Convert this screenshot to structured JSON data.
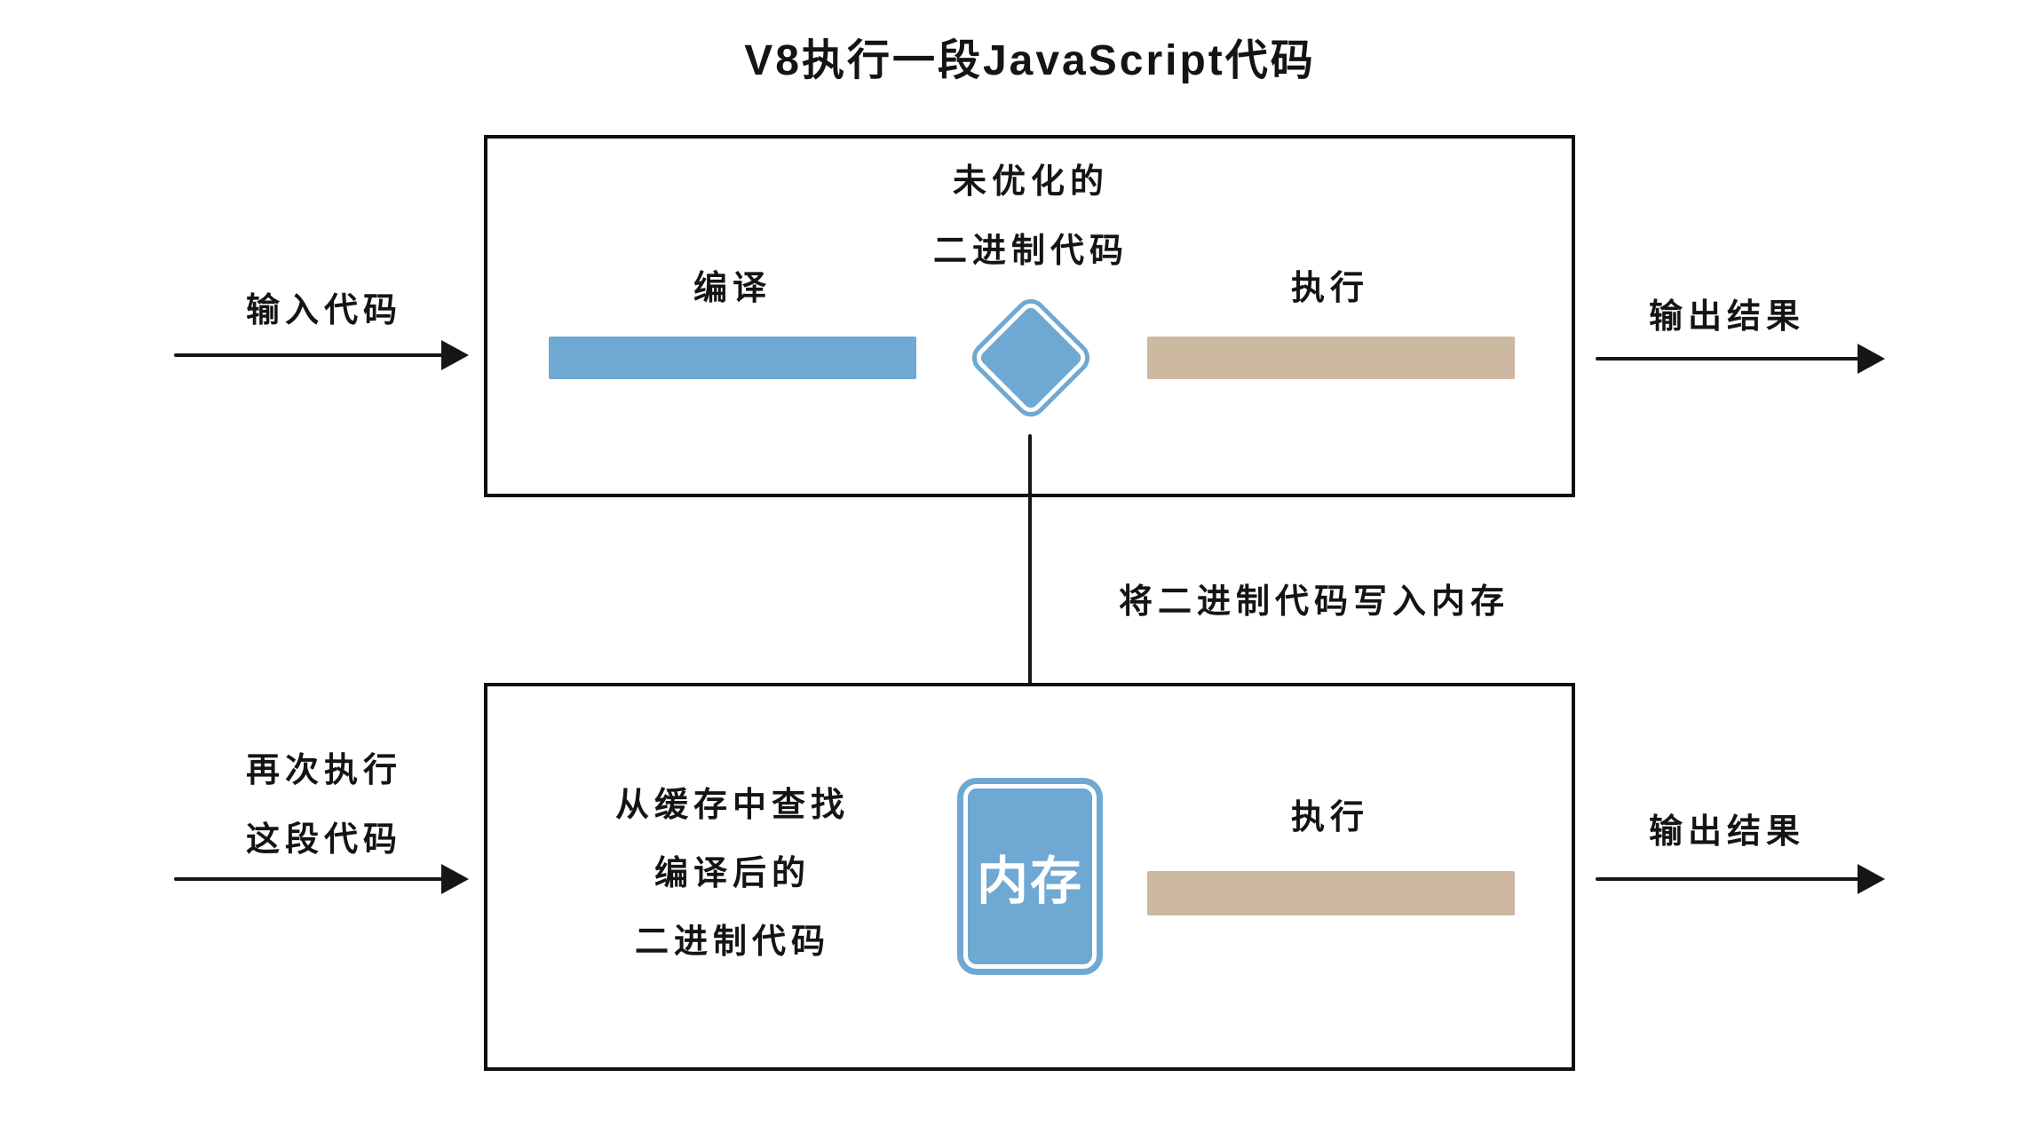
{
  "title": "V8执行一段JavaScript代码",
  "colors": {
    "accent_blue": "#6FA8D3",
    "accent_tan": "#CDB9A2",
    "ink": "#161616",
    "background": "#FFFFFF"
  },
  "top_flow": {
    "input_arrow_label": "输入代码",
    "compile_label": "编译",
    "unoptimized_line1": "未优化的",
    "unoptimized_line2": "二进制代码",
    "execute_label": "执行",
    "output_arrow_label": "输出结果"
  },
  "middle": {
    "write_memory_label": "将二进制代码写入内存"
  },
  "bottom_flow": {
    "rerun_line1": "再次执行",
    "rerun_line2": "这段代码",
    "cache_line1": "从缓存中查找",
    "cache_line2": "编译后的",
    "cache_line3": "二进制代码",
    "memory_label": "内存",
    "execute_label": "执行",
    "output_arrow_label": "输出结果"
  }
}
